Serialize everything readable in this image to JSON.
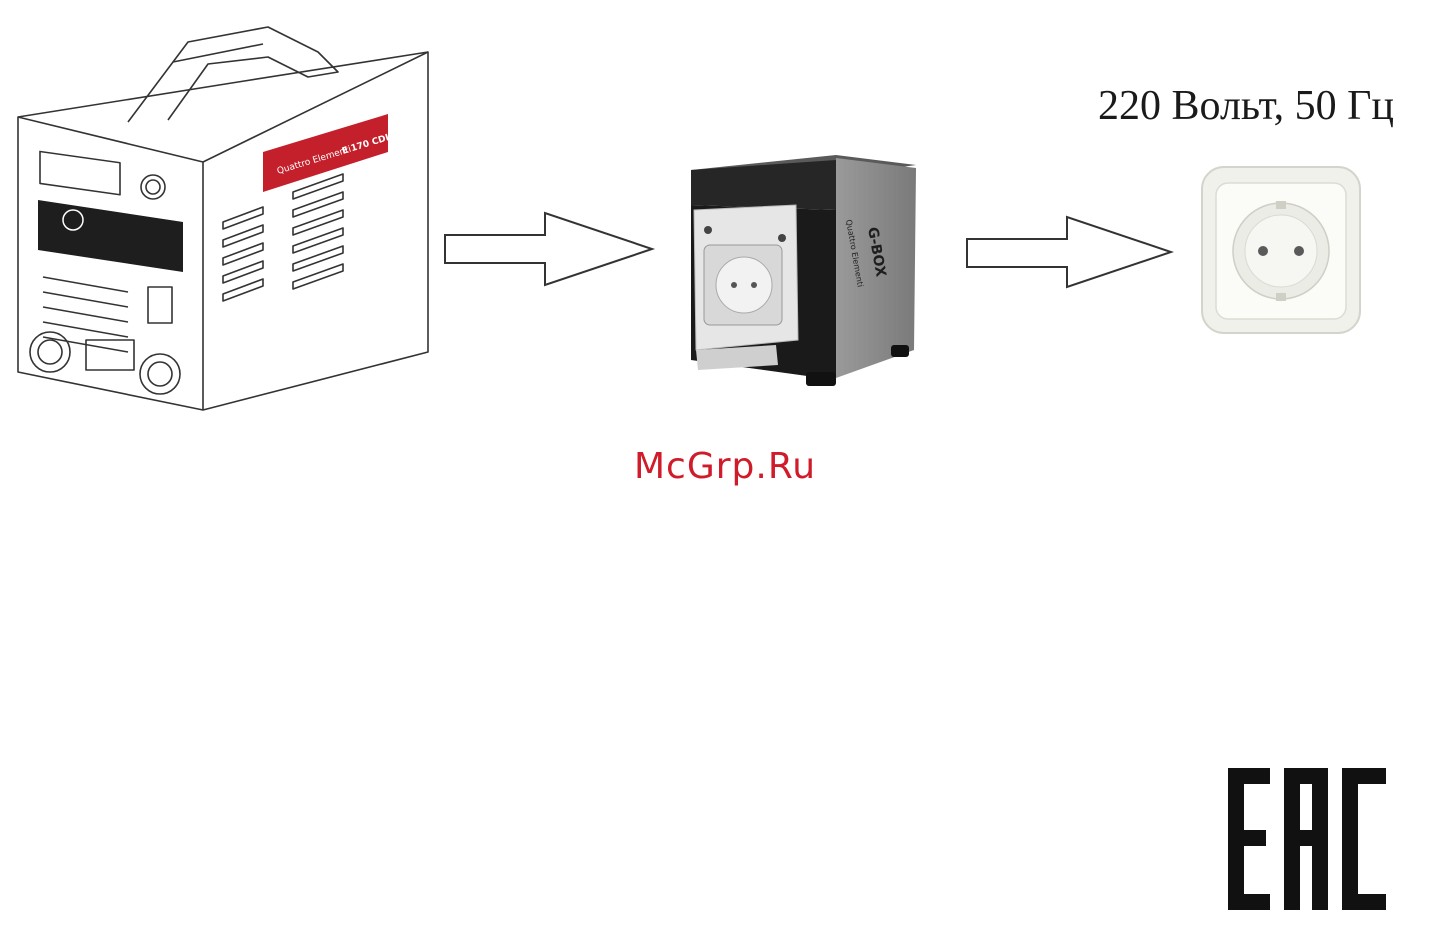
{
  "voltage_label": "220 Вольт, 50 Гц",
  "watermark": "McGrp.Ru",
  "eac_mark": "EAC",
  "welder_brand": "Quattro Elementi",
  "welder_model": "E 170 CDI",
  "gbox_label": "G-BOX",
  "colors": {
    "watermark": "#d01c2a",
    "brand_red": "#c4202c",
    "gbox_body": "#8a8a8a",
    "text": "#1a1a1a"
  },
  "icons": [
    "welder-icon",
    "arrow-right-icon",
    "gbox-adapter-icon",
    "wall-socket-icon",
    "eac-mark-icon"
  ]
}
